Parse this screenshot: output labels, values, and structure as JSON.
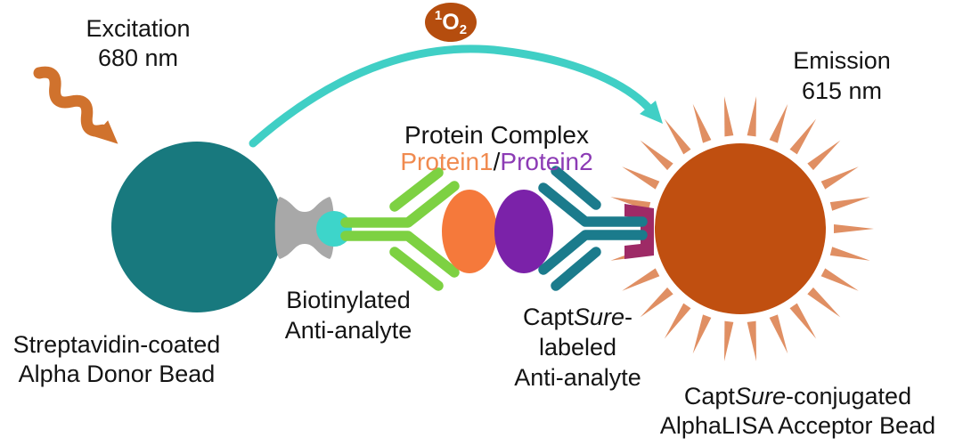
{
  "diagram": {
    "excitation": {
      "line1": "Excitation",
      "line2": "680 nm"
    },
    "singlet_oxygen": {
      "sup": "1",
      "o": "O",
      "sub": "2"
    },
    "emission": {
      "line1": "Emission",
      "line2": "615 nm"
    },
    "protein_complex": {
      "title": "Protein Complex",
      "protein1": "Protein1",
      "separator": "/",
      "protein2": "Protein2"
    },
    "donor_bead_label": {
      "line1": "Streptavidin-coated",
      "line2": "Alpha Donor Bead"
    },
    "biotinylated_label": {
      "line1": "Biotinylated",
      "line2": "Anti-analyte"
    },
    "captsure_antibody_label": {
      "capt": "Capt",
      "sure": "Sure",
      "hyphen": "-",
      "line2": "labeled",
      "line3": "Anti-analyte"
    },
    "acceptor_bead_label": {
      "capt": "Capt",
      "sure": "Sure",
      "rest": "-conjugated",
      "line2": "AlphaLISA Acceptor Bead"
    }
  },
  "colors": {
    "text": "#141414",
    "excitation_arrow": "#D0722D",
    "singlet_oxygen_badge": "#B54D0E",
    "energy_arc": "#40CFC5",
    "donor_bead": "#18797E",
    "streptavidin": "#A8A8A8",
    "biotin": "#3DD5CA",
    "green_antibody": "#7DD142",
    "protein1": "#F5793B",
    "protein2": "#7B22A9",
    "protein1_text": "#F08A4F",
    "protein2_text": "#8C3BB5",
    "teal_antibody": "#1B7B8C",
    "captsure_tag": "#9E2A66",
    "acceptor_bead_fill": "#C04F10",
    "acceptor_spikes": "#E08F63"
  }
}
